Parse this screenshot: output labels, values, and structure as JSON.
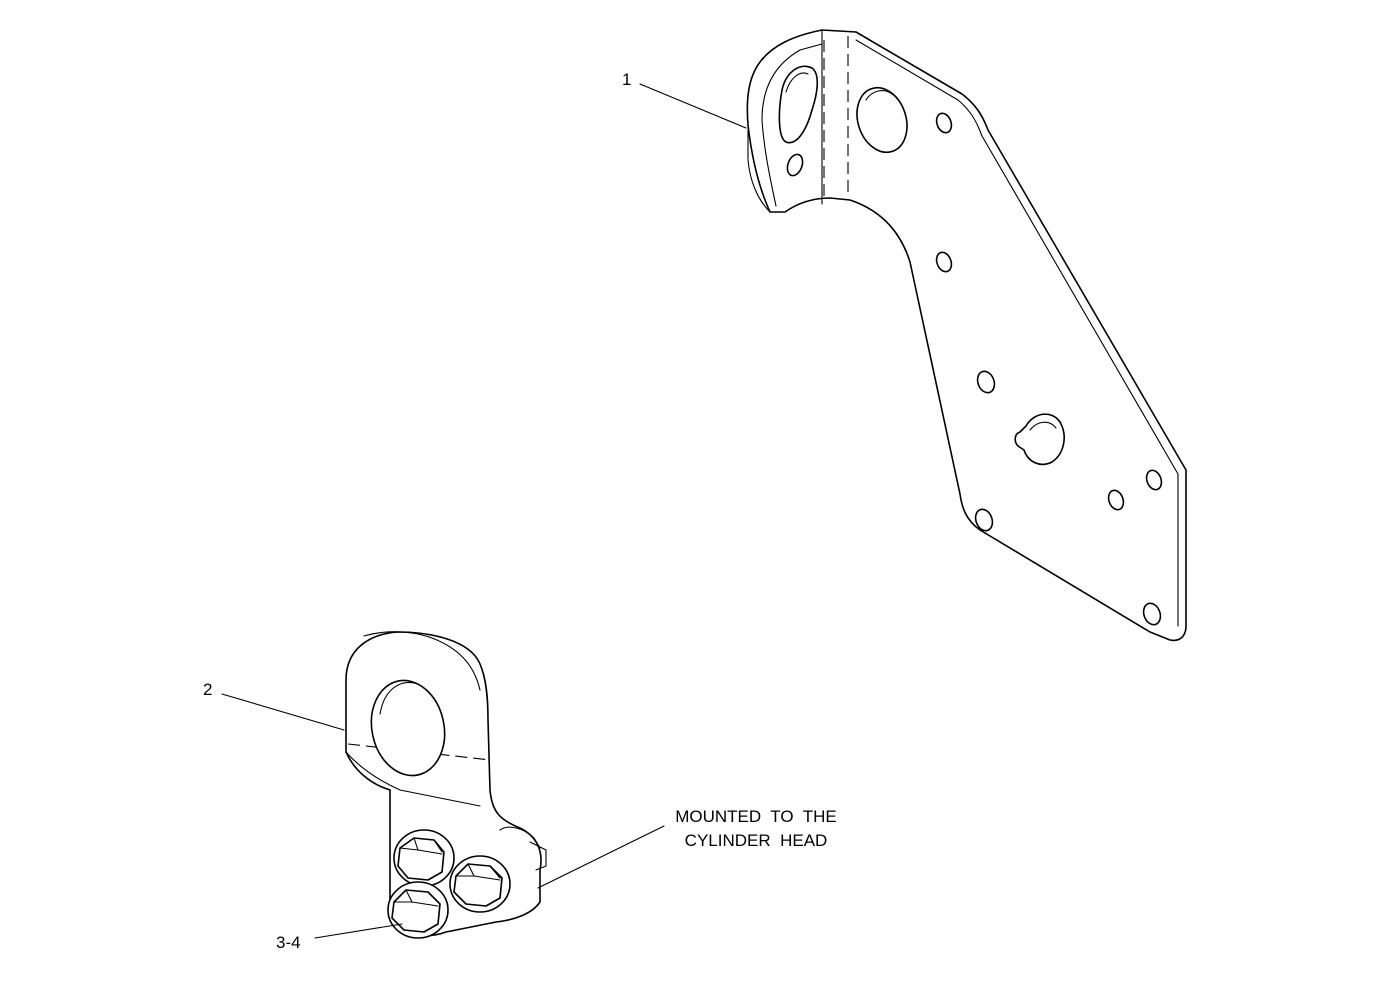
{
  "callouts": {
    "part_1": "1",
    "part_2": "2",
    "part_3_4": "3-4"
  },
  "note": {
    "line1": "MOUNTED  TO  THE",
    "line2": "CYLINDER  HEAD"
  }
}
